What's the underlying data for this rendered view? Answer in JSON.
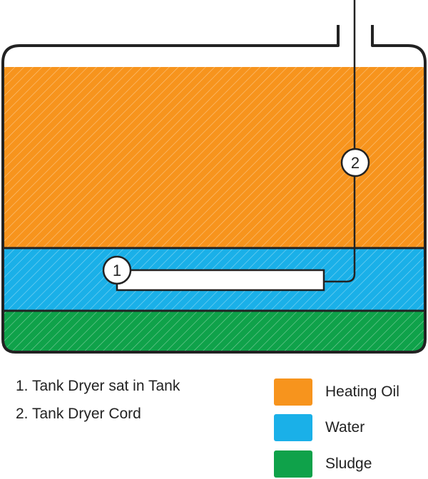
{
  "markers": [
    {
      "number": "1"
    },
    {
      "number": "2"
    }
  ],
  "notes": [
    "1. Tank Dryer sat in Tank",
    "2. Tank Dryer Cord"
  ],
  "legend": [
    {
      "label": "Heating Oil",
      "color": "#f7941d"
    },
    {
      "label": "Water",
      "color": "#1ab0e8"
    },
    {
      "label": "Sludge",
      "color": "#0fa24a"
    }
  ],
  "colors": {
    "outline": "#222222",
    "hatch": "#ffffff"
  }
}
